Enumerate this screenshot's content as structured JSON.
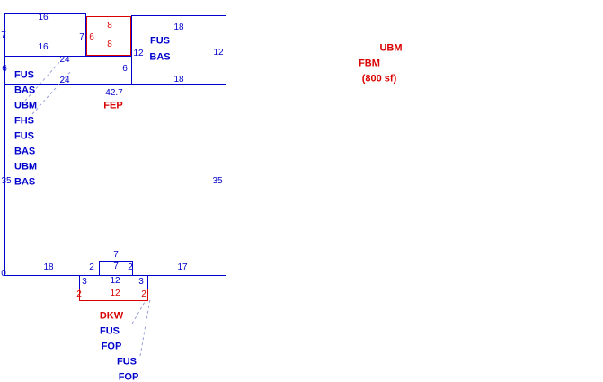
{
  "colors": {
    "line_blue": "#0000cc",
    "line_red": "#d80000",
    "leader_dash": "#9aa0d8",
    "background": "#ffffff"
  },
  "sketch": {
    "description": "Property appraisal building sketch with dimensioned areas",
    "sections": [
      "FUS",
      "BAS",
      "UBM",
      "FHS",
      "FEP",
      "DKW",
      "FOP",
      "FBM"
    ]
  },
  "texts": {
    "dim_a_top": "16",
    "dim_a_left": "7",
    "dim_a_inner": "16",
    "dim_a_right": "7",
    "dim_red_top": "8",
    "dim_red_left": "6",
    "dim_red_bottom": "8",
    "dim_c_top": "18",
    "area_c_fus": "FUS",
    "area_c_bas": "BAS",
    "dim_c_left": "12",
    "dim_c_right": "12",
    "dim_c_bottom": "18",
    "dim_d_top": "24",
    "dim_d_left": "6",
    "dim_d_right": "6",
    "dim_d_bottom": "24",
    "stack_1": "FUS",
    "stack_2": "BAS",
    "stack_3": "UBM",
    "stack_4": "FHS",
    "stack_5": "FUS",
    "stack_6": "BAS",
    "stack_7": "UBM",
    "stack_8": "BAS",
    "dim_main_width": "42.7",
    "area_fep": "FEP",
    "dim_left_35": "35",
    "dim_right_35": "35",
    "legend_ubm": "UBM",
    "legend_fbm": "FBM",
    "legend_sf": "(800 sf)",
    "dim_bump_top": "7",
    "dim_bump_inner": "7",
    "dim_bottom_18": "18",
    "dim_bottom_2l": "2",
    "dim_bottom_2r": "2",
    "dim_bottom_17": "17",
    "dim_bottom_0": "0",
    "dim_sub_3l": "3",
    "dim_sub_12": "12",
    "dim_sub_3r": "3",
    "dim_subred_2l": "2",
    "dim_subred_12": "12",
    "dim_subred_2r": "2",
    "area_dkw": "DKW",
    "area_fus_1": "FUS",
    "area_fop_1": "FOP",
    "area_fus_2": "FUS",
    "area_fop_2": "FOP"
  }
}
